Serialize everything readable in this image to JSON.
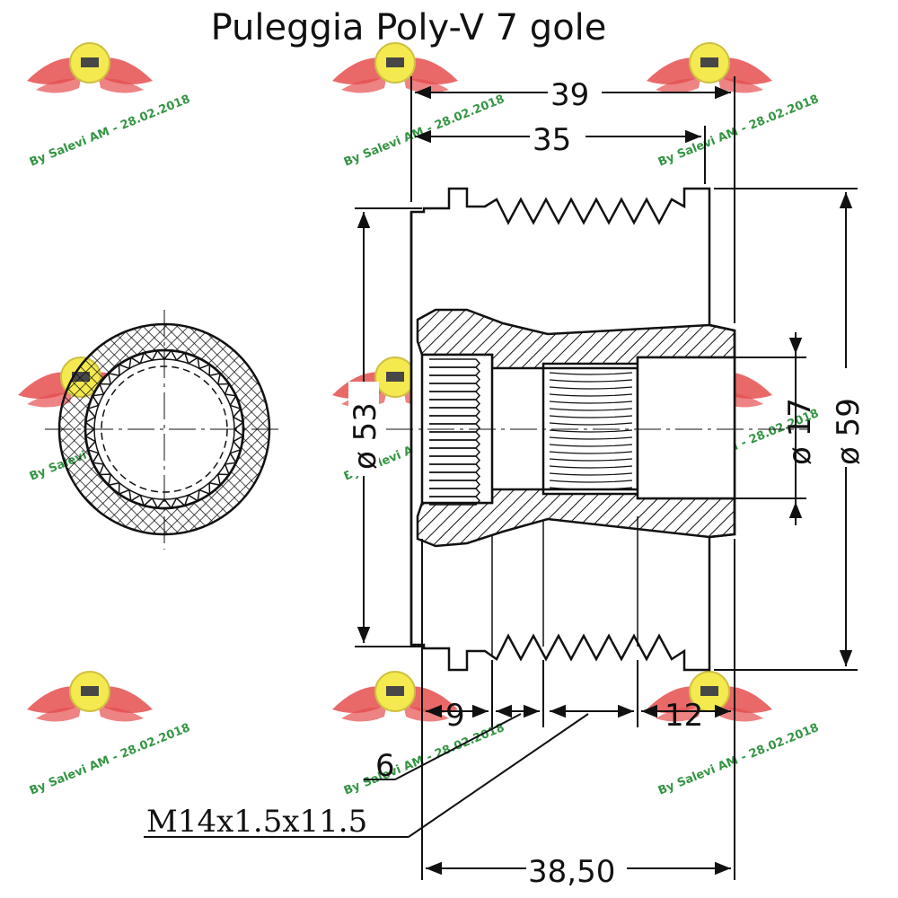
{
  "title": "Puleggia Poly-V 7 gole",
  "dimensions": {
    "overall_length": "39",
    "groove_length": "35",
    "inner_diameter": "ø 53",
    "outer_diameter": "ø 59",
    "bore_diameter": "ø 17",
    "spline_length": "9",
    "step_length": "6",
    "thread_length": "12",
    "thread_spec": "M14x1.5x11.5",
    "total_length": "38,50"
  },
  "watermark": {
    "text": "By Salevi AM - 28.02.2018",
    "logo": "winged-emblem-icon"
  },
  "colors": {
    "line": "#111111",
    "wing": "#e23b3b",
    "emblem": "#f3e73a",
    "watermark_text": "#1d8a2e"
  }
}
